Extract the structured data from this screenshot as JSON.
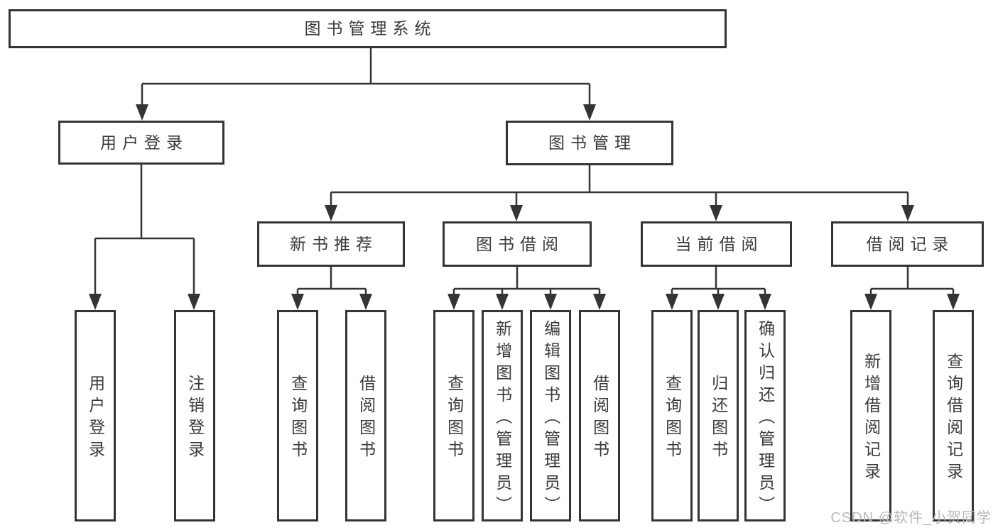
{
  "diagram_title": "图书管理系统",
  "tree": {
    "root": "图书管理系统",
    "children": [
      {
        "label": "用户登录",
        "children": [
          "用户登录",
          "注销登录"
        ]
      },
      {
        "label": "图书管理",
        "children": [
          {
            "label": "新书推荐",
            "children": [
              "查询图书",
              "借阅图书"
            ]
          },
          {
            "label": "图书借阅",
            "children": [
              "查询图书",
              "新增图书（管理员）",
              "编辑图书（管理员）",
              "借阅图书"
            ]
          },
          {
            "label": "当前借阅",
            "children": [
              "查询图书",
              "归还图书",
              "确认归还（管理员）"
            ]
          },
          {
            "label": "借阅记录",
            "children": [
              "新增借阅记录",
              "查询借阅记录"
            ]
          }
        ]
      }
    ]
  },
  "watermark": {
    "text": "CSDN @软件_小贺同学"
  },
  "colors": {
    "line": "#343434",
    "box_border": "#343434",
    "text": "#3a3a3a",
    "watermark": "#b9b9b9",
    "background": "#ffffff"
  }
}
